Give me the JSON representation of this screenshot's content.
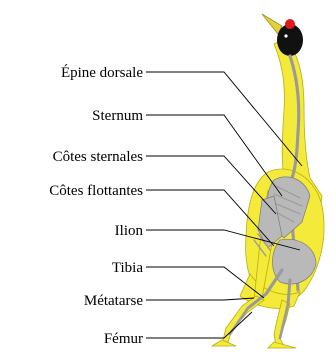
{
  "labels": {
    "epine_dorsale": "Épine dorsale",
    "sternum": "Sternum",
    "cotes_sternales": "Côtes sternales",
    "cotes_flottantes": "Côtes flottantes",
    "ilion": "Ilion",
    "tibia": "Tibia",
    "metatarse": "Métatarse",
    "femur": "Fémur"
  },
  "colors": {
    "body_fill": "#f4ea3a",
    "bone_fill": "#b9b9b9",
    "head_fill": "#111111",
    "crest_fill": "#e01a1a"
  }
}
